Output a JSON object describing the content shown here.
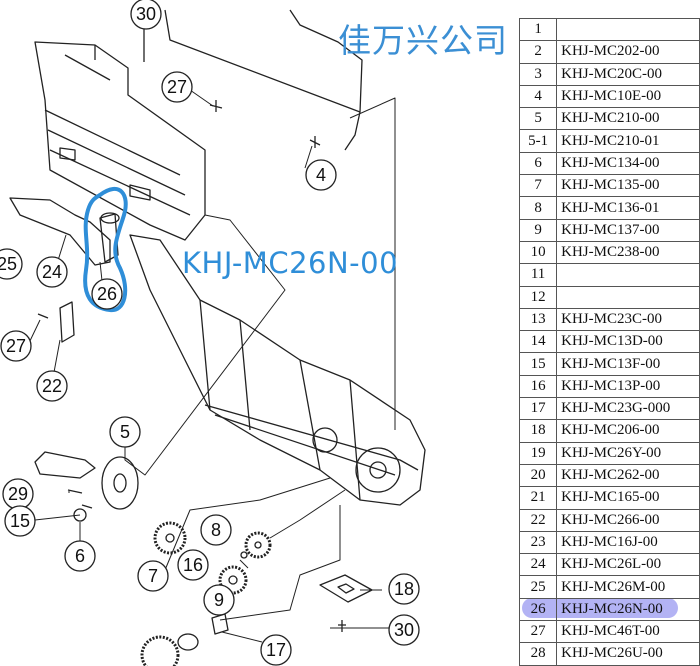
{
  "brand_text": "佳万兴公司",
  "callout_text": "KHJ-MC26N-00",
  "callouts": [
    {
      "id": "c27a",
      "label": "27"
    },
    {
      "id": "c4",
      "label": "4"
    },
    {
      "id": "c25",
      "label": "25"
    },
    {
      "id": "c24",
      "label": "24"
    },
    {
      "id": "c26",
      "label": "26"
    },
    {
      "id": "c27b",
      "label": "27"
    },
    {
      "id": "c22",
      "label": "22"
    },
    {
      "id": "c5",
      "label": "5"
    },
    {
      "id": "c29",
      "label": "29"
    },
    {
      "id": "c15",
      "label": "15"
    },
    {
      "id": "c6",
      "label": "6"
    },
    {
      "id": "c8",
      "label": "8"
    },
    {
      "id": "c16",
      "label": "16"
    },
    {
      "id": "c7",
      "label": "7"
    },
    {
      "id": "c9",
      "label": "9"
    },
    {
      "id": "c18",
      "label": "18"
    },
    {
      "id": "c17",
      "label": "17"
    },
    {
      "id": "c30",
      "label": "30"
    },
    {
      "id": "c30top",
      "label": "30"
    }
  ],
  "parts_table": [
    {
      "no": "1",
      "code": ""
    },
    {
      "no": "2",
      "code": "KHJ-MC202-00"
    },
    {
      "no": "3",
      "code": "KHJ-MC20C-00"
    },
    {
      "no": "4",
      "code": "KHJ-MC10E-00"
    },
    {
      "no": "5",
      "code": "KHJ-MC210-00"
    },
    {
      "no": "5-1",
      "code": "KHJ-MC210-01"
    },
    {
      "no": "6",
      "code": "KHJ-MC134-00"
    },
    {
      "no": "7",
      "code": "KHJ-MC135-00"
    },
    {
      "no": "8",
      "code": "KHJ-MC136-01"
    },
    {
      "no": "9",
      "code": "KHJ-MC137-00"
    },
    {
      "no": "10",
      "code": "KHJ-MC238-00"
    },
    {
      "no": "11",
      "code": ""
    },
    {
      "no": "12",
      "code": ""
    },
    {
      "no": "13",
      "code": "KHJ-MC23C-00"
    },
    {
      "no": "14",
      "code": "KHJ-MC13D-00"
    },
    {
      "no": "15",
      "code": "KHJ-MC13F-00"
    },
    {
      "no": "16",
      "code": "KHJ-MC13P-00"
    },
    {
      "no": "17",
      "code": "KHJ-MC23G-000"
    },
    {
      "no": "18",
      "code": "KHJ-MC206-00"
    },
    {
      "no": "19",
      "code": "KHJ-MC26Y-00"
    },
    {
      "no": "20",
      "code": "KHJ-MC262-00"
    },
    {
      "no": "21",
      "code": "KHJ-MC165-00"
    },
    {
      "no": "22",
      "code": "KHJ-MC266-00"
    },
    {
      "no": "23",
      "code": "KHJ-MC16J-00"
    },
    {
      "no": "24",
      "code": "KHJ-MC26L-00"
    },
    {
      "no": "25",
      "code": "KHJ-MC26M-00"
    },
    {
      "no": "26",
      "code": "KHJ-MC26N-00"
    },
    {
      "no": "27",
      "code": "KHJ-MC46T-00"
    },
    {
      "no": "28",
      "code": "KHJ-MC26U-00"
    }
  ],
  "highlight_color": "#9a9af0",
  "accent_color": "#2f8ed8"
}
